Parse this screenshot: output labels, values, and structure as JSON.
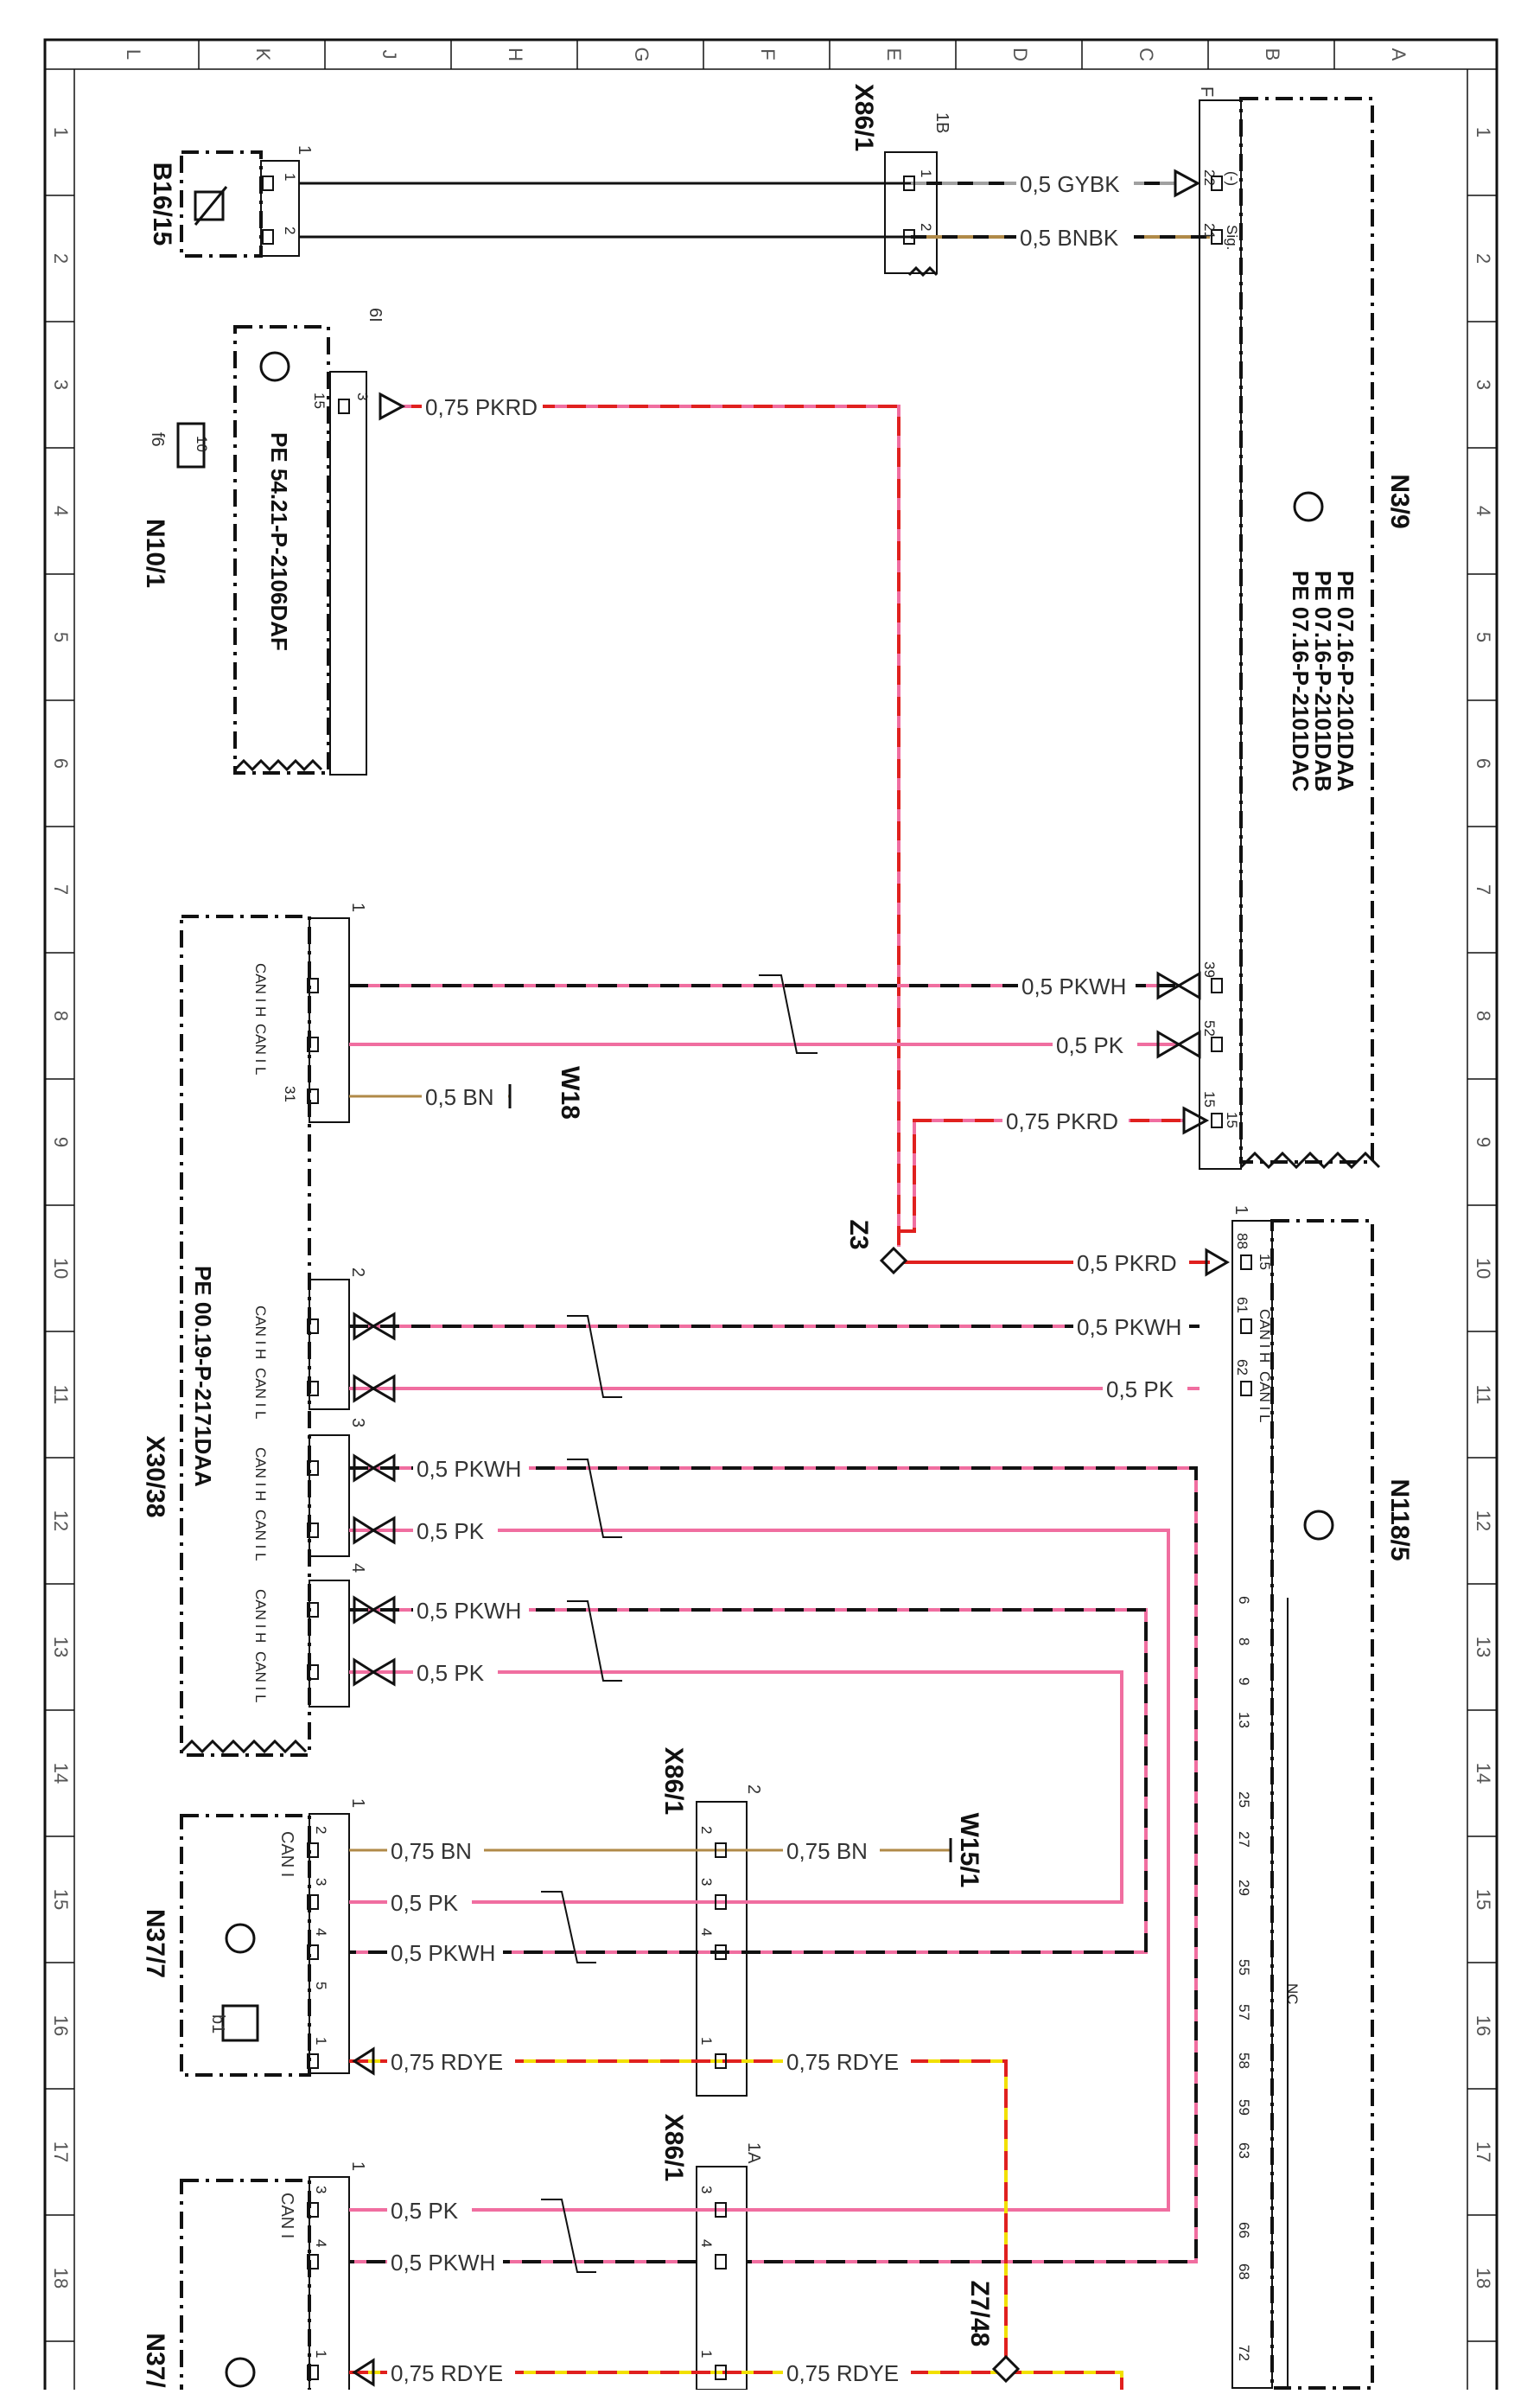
{
  "sheet": {
    "columns": [
      "L",
      "K",
      "J",
      "H",
      "G",
      "F",
      "E",
      "D",
      "C",
      "B",
      "A"
    ],
    "rows": [
      "1",
      "2",
      "3",
      "4",
      "5",
      "6",
      "7",
      "8",
      "9",
      "10",
      "11",
      "12",
      "13",
      "14",
      "15",
      "16",
      "17",
      "18"
    ]
  },
  "components": {
    "B16_15": {
      "id": "B16/15",
      "pin_group": "1",
      "pins": [
        "1",
        "2"
      ]
    },
    "X86_1_top": {
      "id": "X86/1",
      "group": "1B",
      "pins": [
        "1",
        "2"
      ]
    },
    "N3_9": {
      "id": "N3/9",
      "corner": "F",
      "refs": [
        "PE 07.16-P-2101DAA",
        "PE 07.16-P-2101DAB",
        "PE 07.16-P-2101DAC"
      ],
      "pins": [
        {
          "num": "22",
          "name": "(-)"
        },
        {
          "num": "21",
          "name": "Sig."
        },
        {
          "num": "39",
          "name": ""
        },
        {
          "num": "52",
          "name": ""
        },
        {
          "num": "15",
          "name": "15"
        }
      ]
    },
    "N10_1": {
      "id": "N10/1",
      "group": "6I",
      "ref": "PE 54.21-P-2106DAF",
      "fuse": "f6",
      "fuse_value": "10",
      "pins": [
        "3",
        "15"
      ]
    },
    "X30_38": {
      "id": "X30/38",
      "ref": "PE 00.19-P-2171DAA",
      "groups": [
        "1",
        "2",
        "3",
        "4"
      ],
      "signals": [
        "CAN I H",
        "CAN I L",
        "31"
      ]
    },
    "W18": {
      "id": "W18"
    },
    "Z3": {
      "id": "Z3"
    },
    "N118_5": {
      "id": "N118/5",
      "pin_group": "1",
      "pins_top": [
        {
          "num": "88",
          "name": "15"
        },
        {
          "num": "61",
          "name": "CAN I H"
        },
        {
          "num": "62",
          "name": "CAN I L"
        }
      ],
      "pins_unused": [
        "6",
        "8",
        "9",
        "13",
        "25",
        "27",
        "29",
        "55",
        "57",
        "58",
        "59",
        "63",
        "66",
        "68",
        "72"
      ],
      "nc": "NC"
    },
    "X86_1_mid": {
      "id": "X86/1",
      "group": "2",
      "pins": [
        "2",
        "3",
        "4",
        "1"
      ]
    },
    "W15_1": {
      "id": "W15/1"
    },
    "N37_7": {
      "id": "N37/7",
      "bus": "CAN I",
      "group": "1",
      "extra": "b1",
      "pins": [
        "2",
        "3",
        "4",
        "5",
        "1"
      ]
    },
    "X86_1_bot": {
      "id": "X86/1",
      "group": "1A",
      "pins": [
        "3",
        "4",
        "1"
      ]
    },
    "Z7_48": {
      "id": "Z7/48"
    },
    "N37_bottom": {
      "id": "N37/",
      "bus": "CAN I",
      "group": "1",
      "pins": [
        "3",
        "4",
        "1"
      ]
    }
  },
  "wires": {
    "gybk": "0,5 GYBK",
    "bnbk": "0,5 BNBK",
    "pkrd075": "0,75 PKRD",
    "pkwh05": "0,5 PKWH",
    "pk05": "0,5 PK",
    "pkrd05": "0,5 PKRD",
    "bn05": "0,5 BN",
    "bn075": "0,75 BN",
    "rdye075": "0,75 RDYE"
  },
  "colors": {
    "line": "#111111",
    "pink": "#f06ea0",
    "red": "#e0201e",
    "tan": "#b08a48",
    "gray": "#a0a0a0",
    "yellow": "#f2e000",
    "white": "#ffffff"
  }
}
